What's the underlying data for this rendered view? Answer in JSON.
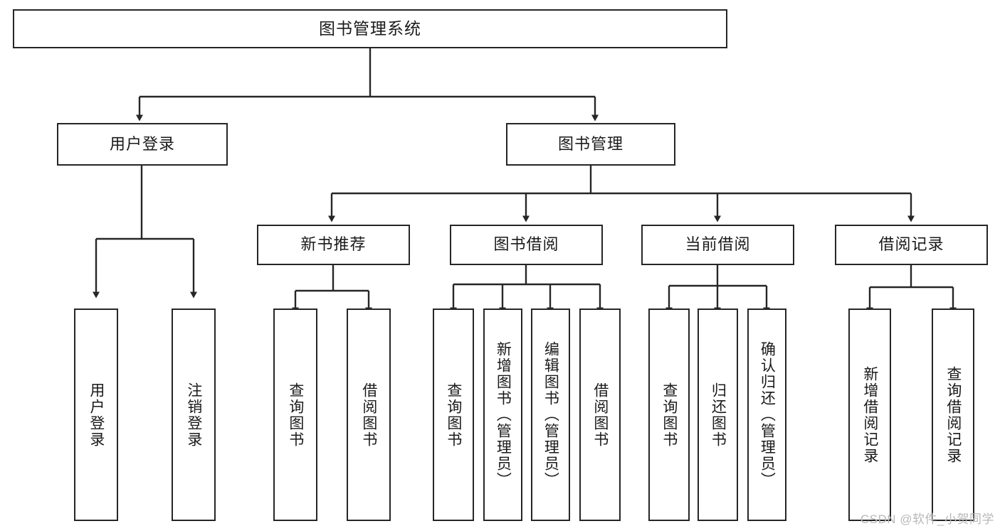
{
  "diagram": {
    "title": "图书管理系统",
    "type": "tree-hierarchy-chart",
    "background_color": "#ffffff",
    "stroke_color": "#262626",
    "text_color": "#1a1a1a"
  },
  "watermark": {
    "text": "CSDN @软件_小贺同学",
    "color": "#b8b8b8"
  },
  "nodes": {
    "root": {
      "label": "图书管理系统"
    },
    "level1": [
      {
        "id": "user-login",
        "label": "用户登录"
      },
      {
        "id": "book-manage",
        "label": "图书管理"
      }
    ],
    "level2": [
      {
        "id": "new-book-recommend",
        "label": "新书推荐"
      },
      {
        "id": "book-borrow",
        "label": "图书借阅"
      },
      {
        "id": "current-borrow",
        "label": "当前借阅"
      },
      {
        "id": "borrow-record",
        "label": "借阅记录"
      }
    ],
    "leaves": {
      "user-login": [
        {
          "id": "leaf-user-login",
          "label": "用户登录"
        },
        {
          "id": "leaf-logout-login",
          "label": "注销登录"
        }
      ],
      "new-book-recommend": [
        {
          "id": "leaf-query-book-1",
          "label": "查询图书"
        },
        {
          "id": "leaf-borrow-book-1",
          "label": "借阅图书"
        }
      ],
      "book-borrow": [
        {
          "id": "leaf-query-book-2",
          "label": "查询图书"
        },
        {
          "id": "leaf-add-book",
          "label": "新增图书（管理员）"
        },
        {
          "id": "leaf-edit-book",
          "label": "编辑图书（管理员）"
        },
        {
          "id": "leaf-borrow-book-2",
          "label": "借阅图书"
        }
      ],
      "current-borrow": [
        {
          "id": "leaf-query-book-3",
          "label": "查询图书"
        },
        {
          "id": "leaf-return-book",
          "label": "归还图书"
        },
        {
          "id": "leaf-confirm-return",
          "label": "确认归还（管理员）"
        }
      ],
      "borrow-record": [
        {
          "id": "leaf-add-record",
          "label": "新增借阅记录"
        },
        {
          "id": "leaf-query-record",
          "label": "查询借阅记录"
        }
      ]
    }
  }
}
